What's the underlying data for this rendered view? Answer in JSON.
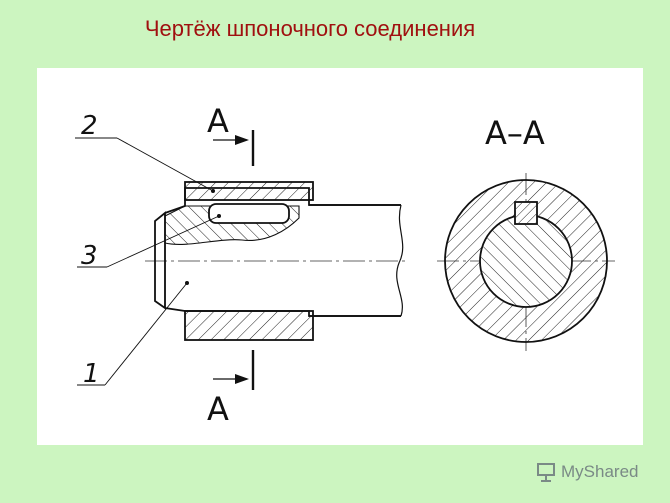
{
  "slide": {
    "title": "Чертёж шпоночного соединения"
  },
  "drawing": {
    "callouts": {
      "shaft": "1",
      "hub": "2",
      "key": "3"
    },
    "section_mark_top": "A",
    "section_mark_bottom": "A",
    "section_title": "A–A"
  },
  "watermark": {
    "text": "MyShared",
    "icon": "presentation-board-icon"
  },
  "colors": {
    "background": "#ccf5c0",
    "title": "#a01010",
    "sheet": "#ffffff",
    "line": "#111111",
    "watermark": "#7a8a86"
  }
}
